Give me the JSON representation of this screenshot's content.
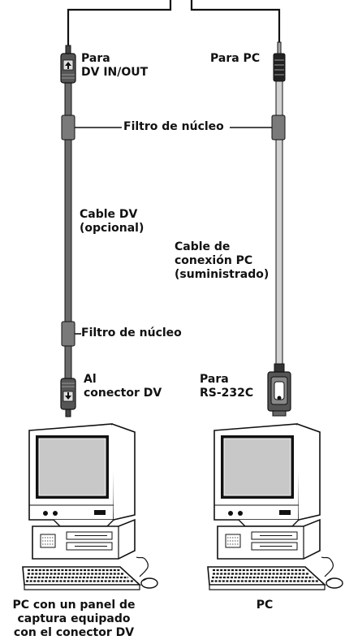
{
  "labels": {
    "dv_connector_top": [
      "Para",
      "DV IN/OUT"
    ],
    "pc_connector_top": "Para PC",
    "core_filter_top": "Filtro de núcleo",
    "dv_cable": [
      "Cable DV",
      "(opcional)"
    ],
    "pc_cable": [
      "Cable de",
      "conexión PC",
      "(suministrado)"
    ],
    "core_filter_bottom": "Filtro de núcleo",
    "dv_connector_bottom": [
      "Al",
      "conector DV"
    ],
    "rs232c_connector": [
      "Para",
      "RS-232C"
    ]
  },
  "captions": {
    "left_pc": [
      "PC con un panel de",
      "captura equipado",
      "con el conector DV"
    ],
    "right_pc": "PC"
  },
  "colors": {
    "line": "#111111",
    "cable_dark": "#6a6a6a",
    "cable_light": "#cfcfcf",
    "filter": "#7a7a7a",
    "screen": "#c8c8c8",
    "body": "#ffffff"
  }
}
